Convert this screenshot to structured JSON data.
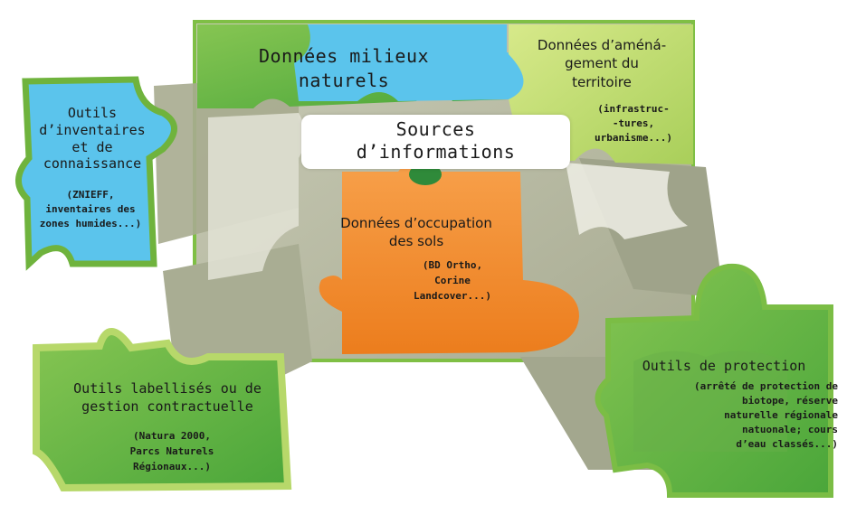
{
  "center": {
    "line1": "Sources",
    "line2": "d’informations"
  },
  "milieux": {
    "line1": "Données milieux",
    "line2": "naturels"
  },
  "amenagement": {
    "line1": "Données d’améná-",
    "line2": "gement du",
    "line3": "territoire",
    "d1": "(infrastruc-",
    "d2": "-tures,",
    "d3": "urbanisme...)"
  },
  "inventaires": {
    "line1": "Outils",
    "line2": "d’inventaires",
    "line3": "et de",
    "line4": "connaissance",
    "d1": "(ZNIEFF,",
    "d2": "inventaires des",
    "d3": "zones humides...)"
  },
  "occupation": {
    "line1": "Données d’occupation",
    "line2": "des sols",
    "d1": "(BD Ortho,",
    "d2": "Corine",
    "d3": "Landcover...)"
  },
  "labellises": {
    "line1": "Outils labellisés ou de",
    "line2": "gestion contractuelle",
    "d1": "(Natura 2000,",
    "d2": "Parcs Naturels",
    "d3": "Régionaux...)"
  },
  "protection": {
    "line1": "Outils de protection",
    "d1": "(arrêté de protection de",
    "d2": "biotope, réserve",
    "d3": "naturelle régionale",
    "d4": "natuonale; cours",
    "d5": "d’eau classés...)"
  },
  "colors": {
    "blue": "#5bc4ec",
    "green": "#5cb44a",
    "lightgreen": "#b7d86a",
    "orange": "#f28a2b",
    "grey": "#b4b79d",
    "outline": "#7fbf45"
  }
}
